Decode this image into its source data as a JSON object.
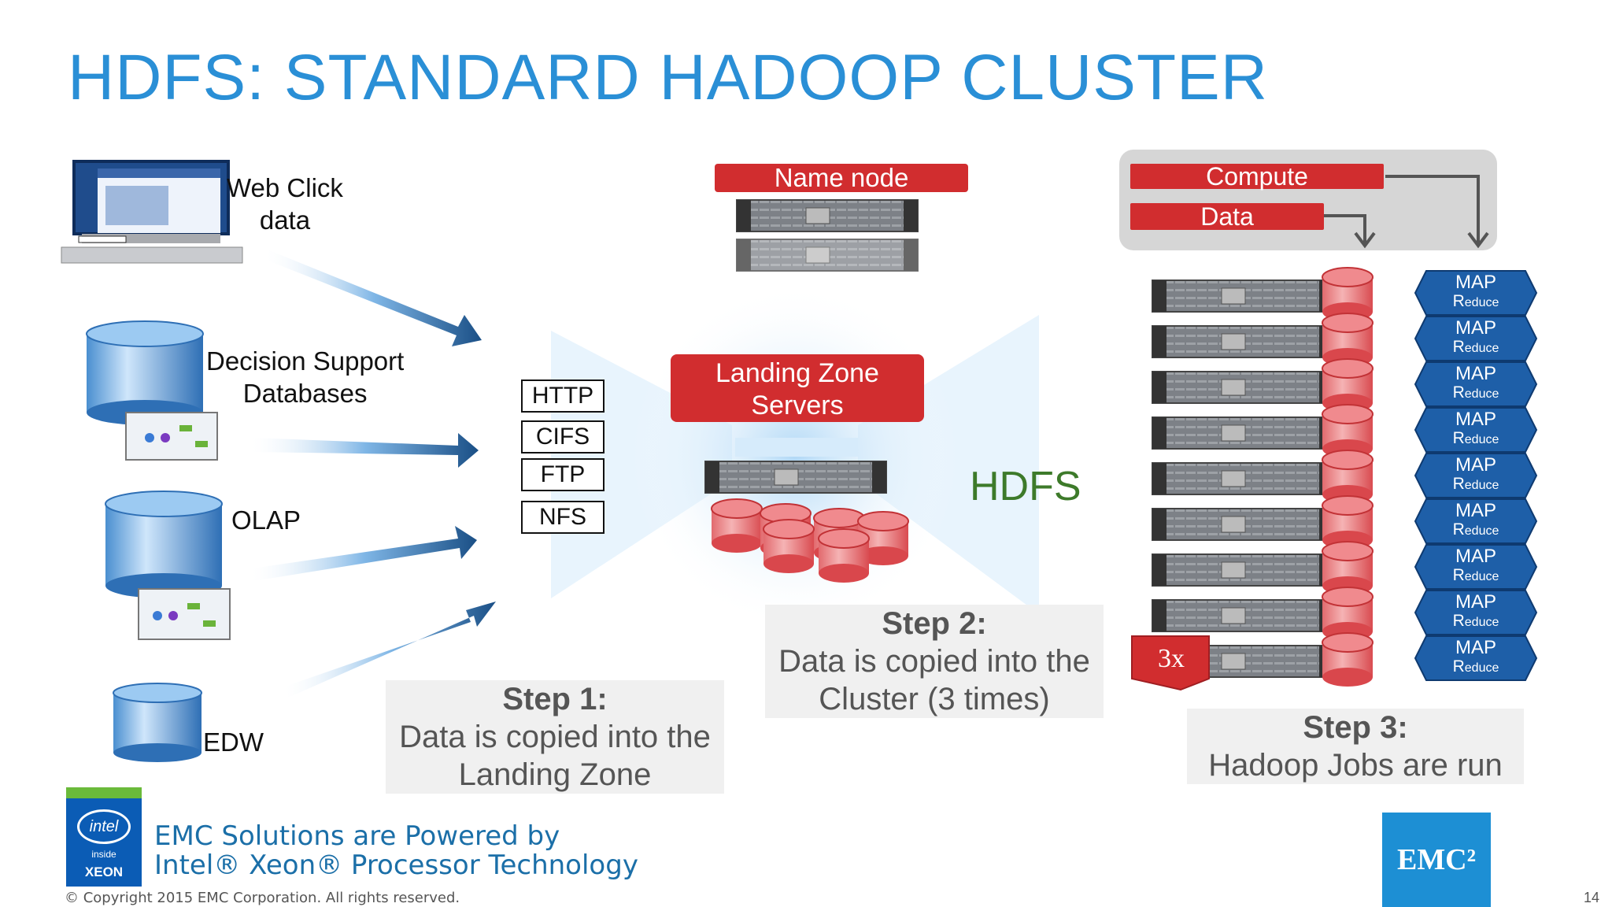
{
  "title": "HDFS: STANDARD HADOOP CLUSTER",
  "sources": {
    "web_click": "Web Click\ndata",
    "decision_support": "Decision Support\nDatabases",
    "olap": "OLAP",
    "edw": "EDW"
  },
  "protocols": [
    "HTTP",
    "CIFS",
    "FTP",
    "NFS"
  ],
  "name_node": "Name node",
  "landing_zone": "Landing Zone\nServers",
  "hdfs_label": "HDFS",
  "compute_label": "Compute",
  "data_label": "Data",
  "replica_badge": "3x",
  "map_reduce": {
    "map": "MAP",
    "reduce_first": "R",
    "reduce_rest": "educe",
    "count": 9
  },
  "steps": [
    {
      "title": "Step 1:",
      "text": "Data is copied into the\nLanding Zone"
    },
    {
      "title": "Step 2:",
      "text": "Data is copied into the\nCluster (3 times)"
    },
    {
      "title": "Step 3:",
      "text": "Hadoop Jobs are run"
    }
  ],
  "footer": {
    "line1": "EMC Solutions are Powered by",
    "line2": "Intel® Xeon® Processor Technology",
    "copyright": "© Copyright 2015 EMC Corporation. All rights reserved.",
    "page_number": "14",
    "emc_logo": "EMC²",
    "intel_logo_text": "intel inside XEON"
  },
  "colors": {
    "title_blue": "#2a8fd6",
    "red": "#d12d2f",
    "hdfs_green": "#3d7a2a",
    "mr_blue": "#1e5fa8"
  }
}
